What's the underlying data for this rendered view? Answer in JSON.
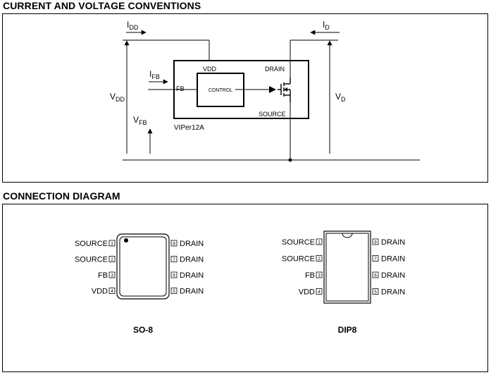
{
  "section1": {
    "title": "CURRENT AND VOLTAGE CONVENTIONS",
    "currents": {
      "idd": {
        "main": "I",
        "sub": "DD"
      },
      "id": {
        "main": "I",
        "sub": "D"
      },
      "ifb": {
        "main": "I",
        "sub": "FB"
      }
    },
    "voltages": {
      "vdd": {
        "main": "V",
        "sub": "DD"
      },
      "vd": {
        "main": "V",
        "sub": "D"
      },
      "vfb": {
        "main": "V",
        "sub": "FB"
      }
    },
    "chip": {
      "name": "VIPer12A",
      "vdd": "VDD",
      "drain": "DRAIN",
      "fb": "FB",
      "source": "SOURCE",
      "control": "CONTROL"
    }
  },
  "section2": {
    "title": "CONNECTION DIAGRAM",
    "so8": {
      "caption": "SO-8",
      "left_pins": [
        {
          "label": "SOURCE",
          "num": "1"
        },
        {
          "label": "SOURCE",
          "num": "2"
        },
        {
          "label": "FB",
          "num": "3"
        },
        {
          "label": "VDD",
          "num": "4"
        }
      ],
      "right_pins": [
        {
          "label": "DRAIN",
          "num": "8"
        },
        {
          "label": "DRAIN",
          "num": "7"
        },
        {
          "label": "DRAIN",
          "num": "6"
        },
        {
          "label": "DRAIN",
          "num": "5"
        }
      ]
    },
    "dip8": {
      "caption": "DIP8",
      "left_pins": [
        {
          "label": "SOURCE",
          "num": "1"
        },
        {
          "label": "SOURCE",
          "num": "2"
        },
        {
          "label": "FB",
          "num": "3"
        },
        {
          "label": "VDD",
          "num": "4"
        }
      ],
      "right_pins": [
        {
          "label": "DRAIN",
          "num": "8"
        },
        {
          "label": "DRAIN",
          "num": "7"
        },
        {
          "label": "DRAIN",
          "num": "6"
        },
        {
          "label": "DRAIN",
          "num": "5"
        }
      ]
    }
  }
}
